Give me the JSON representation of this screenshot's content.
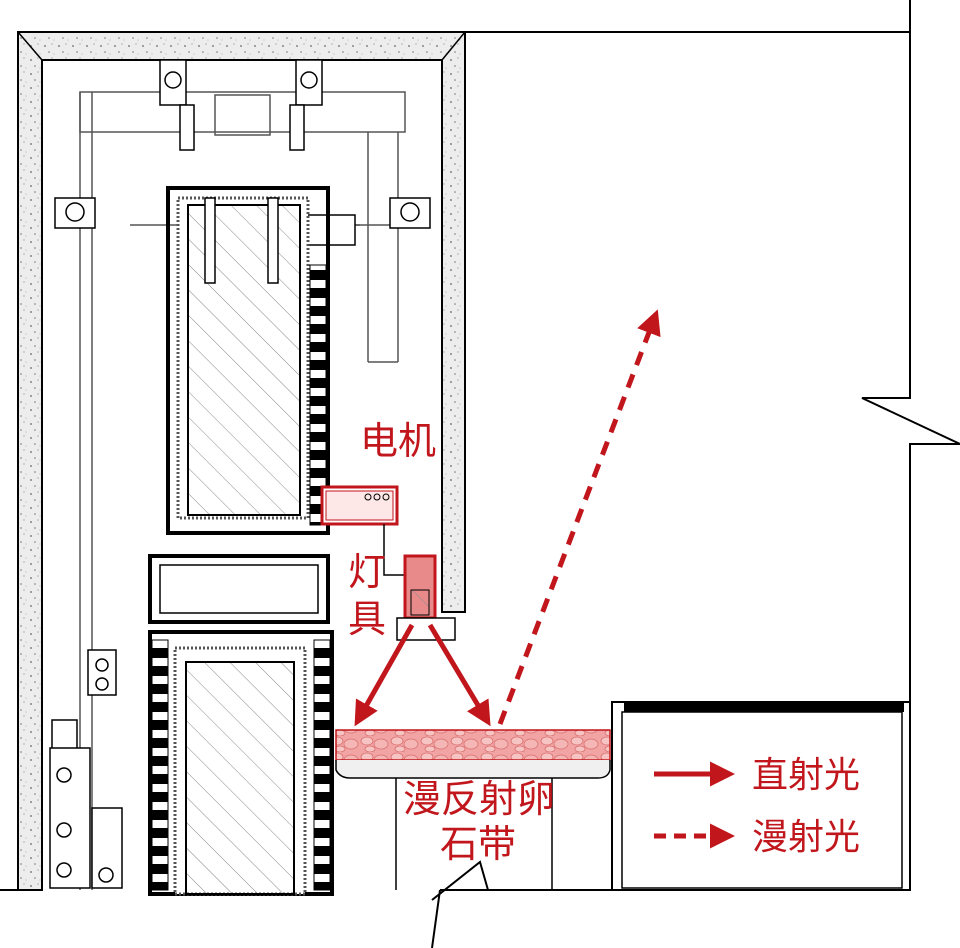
{
  "labels": {
    "motor": "电机",
    "fixture_line1": "灯",
    "fixture_line2": "具",
    "pebble_line1": "漫反射卵",
    "pebble_line2": "石带"
  },
  "legend": {
    "direct": "直射光",
    "diffuse": "漫射光"
  },
  "colors": {
    "accent": "#c0161c",
    "pebble_fill": "#f2a3a3",
    "line": "#000000",
    "concrete": "#e9e9e9"
  }
}
